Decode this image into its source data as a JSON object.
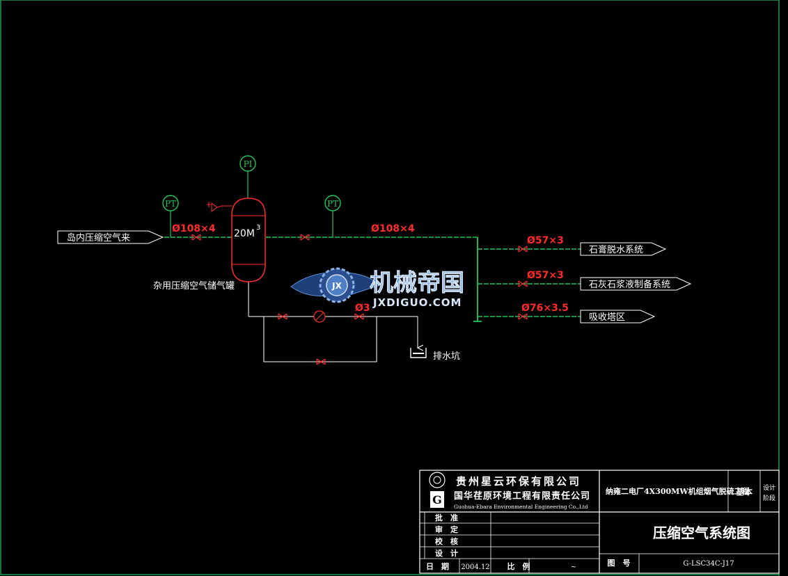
{
  "colors": {
    "background": "#000000",
    "frame": "#22c55e",
    "pipe": "#22c55e",
    "spec": "#ff2a2a",
    "valve": "#ff2a2a",
    "vessel": "#ff2a2a",
    "instrument": "#22c55e",
    "text": "#ffffff",
    "watermark": "#5b8fd6"
  },
  "diagram": {
    "inlet_label": "岛内压缩空气来",
    "tank_volume": "20M",
    "tank_volume_sup": "3",
    "tank_label": "杂用压缩空气储气罐",
    "instruments": {
      "pt_left": "PT",
      "pi_top": "PI",
      "pt_right": "PT"
    },
    "pipe_specs": {
      "inlet": "Ø108×4",
      "main": "Ø108×4",
      "branch1": "Ø57×3",
      "branch2": "Ø57×3",
      "branch3": "Ø76×3.5",
      "drain": "Ø3"
    },
    "outlets": {
      "o1": "石膏脱水系统",
      "o2": "石灰石浆液制备系统",
      "o3": "吸收塔区"
    },
    "drain_label": "排水坑"
  },
  "watermark": {
    "brand": "机械帝国",
    "url": "JXDIGUO.COM",
    "emblem": "JX"
  },
  "title_block": {
    "company_cn": "贵州星云环保有限公司",
    "company2_cn": "国华荏原环境工程有限责任公司",
    "company2_en": "Guohua-Ebara Environmental Engineering Co.,Ltd",
    "project": "纳雍二电厂4X300MW机组烟气脱硫工程",
    "stage": "基本",
    "stage_label_1": "设计",
    "stage_label_2": "阶段",
    "approve": "批　准",
    "review": "审　定",
    "check": "校　核",
    "design": "设　计",
    "date_label": "日　期",
    "date": "2004.12",
    "scale_label": "比　例",
    "scale": "~",
    "drawing_title": "压缩空气系统图",
    "drawing_no_label": "图　号",
    "drawing_no": "G-LSC34C-J17"
  }
}
